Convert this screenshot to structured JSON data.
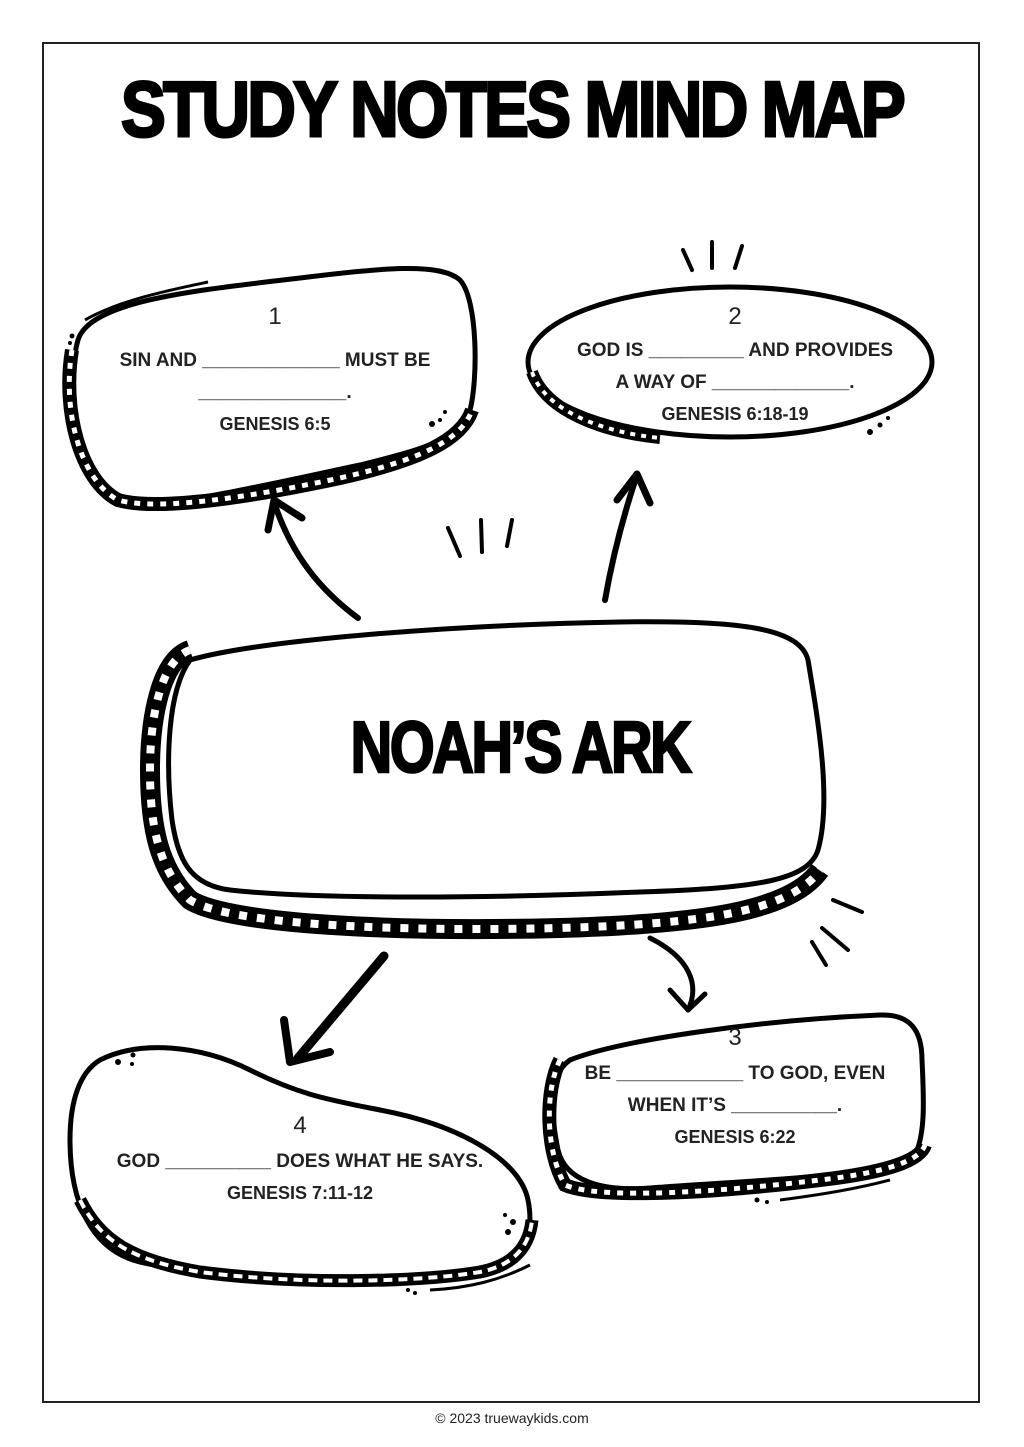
{
  "page": {
    "title": "STUDY NOTES MIND MAP",
    "center_topic": "NOAH’S ARK",
    "footer": "© 2023 truewaykids.com"
  },
  "nodes": [
    {
      "number": "1",
      "lines": [
        "SIN AND _____________ MUST BE",
        "______________."
      ],
      "reference": "GENESIS 6:5",
      "shape": "rounded-rectangle"
    },
    {
      "number": "2",
      "lines": [
        "GOD IS _________ AND PROVIDES",
        "A WAY OF _____________."
      ],
      "reference": "GENESIS 6:18-19",
      "shape": "ellipse"
    },
    {
      "number": "3",
      "lines": [
        "BE ____________ TO GOD, EVEN",
        "WHEN IT’S __________."
      ],
      "reference": "GENESIS 6:22",
      "shape": "rounded-rectangle"
    },
    {
      "number": "4",
      "lines": [
        "GOD __________ DOES WHAT HE SAYS."
      ],
      "reference": "GENESIS 7:11-12",
      "shape": "blob"
    }
  ],
  "decorations": {
    "icons": [
      "arrow-up-left-icon",
      "arrow-up-right-icon",
      "arrow-down-left-icon",
      "arrow-down-right-icon",
      "sparkle-lines-icon"
    ]
  }
}
